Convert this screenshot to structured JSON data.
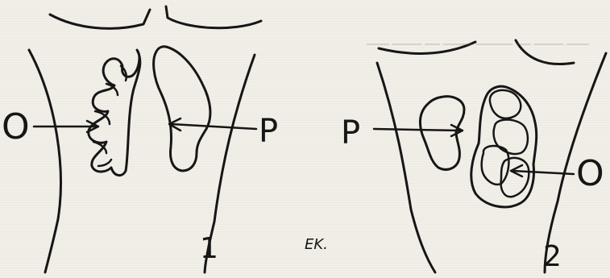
{
  "labels": {
    "left_o": "O",
    "left_p": "P",
    "right_p": "P",
    "right_o": "O",
    "fig1_number": "1",
    "fig2_number": "2",
    "signature": "EK."
  },
  "colors": {
    "ink": "#161616",
    "paper": "#f1efe7"
  }
}
